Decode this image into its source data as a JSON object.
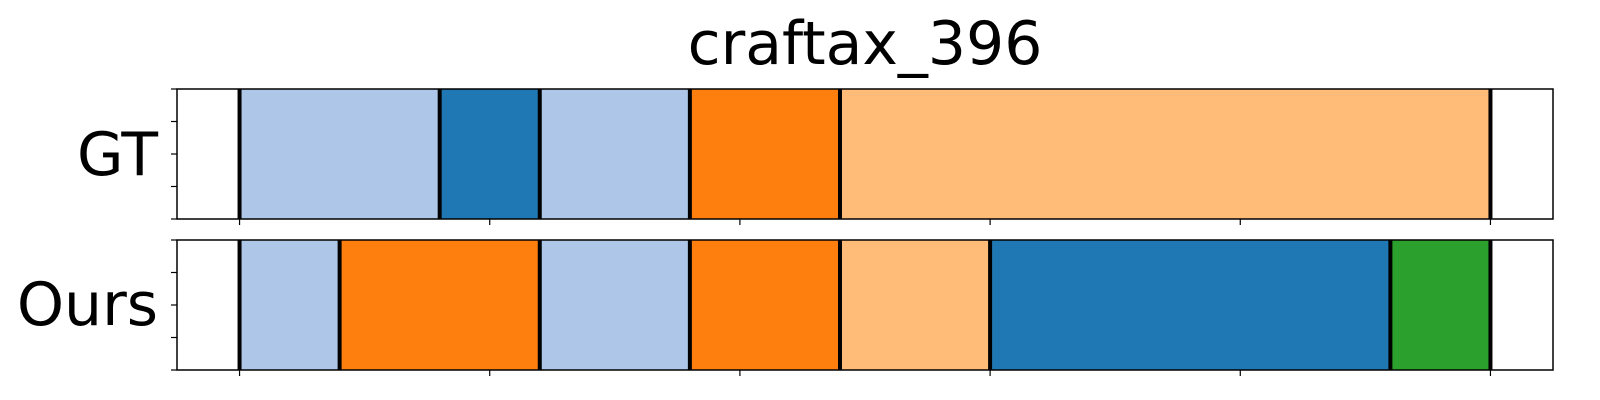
{
  "chart_data": {
    "type": "bar",
    "title": "craftax_396",
    "xlim": [
      0,
      55
    ],
    "xtick_interval": 10,
    "yticks_per_panel": 5,
    "rows": [
      {
        "label": "GT",
        "segments": [
          {
            "start": 2.5,
            "end": 10.5,
            "color": "#aec7e8"
          },
          {
            "start": 10.5,
            "end": 14.5,
            "color": "#1f77b4"
          },
          {
            "start": 14.5,
            "end": 20.5,
            "color": "#aec7e8"
          },
          {
            "start": 20.5,
            "end": 26.5,
            "color": "#ff7f0e"
          },
          {
            "start": 26.5,
            "end": 52.5,
            "color": "#ffbb78"
          }
        ],
        "boundaries": [
          2.5,
          10.5,
          14.5,
          20.5,
          26.5,
          52.5
        ]
      },
      {
        "label": "Ours",
        "segments": [
          {
            "start": 2.5,
            "end": 6.5,
            "color": "#aec7e8"
          },
          {
            "start": 6.5,
            "end": 14.5,
            "color": "#ff7f0e"
          },
          {
            "start": 14.5,
            "end": 20.5,
            "color": "#aec7e8"
          },
          {
            "start": 20.5,
            "end": 26.5,
            "color": "#ff7f0e"
          },
          {
            "start": 26.5,
            "end": 32.5,
            "color": "#ffbb78"
          },
          {
            "start": 32.5,
            "end": 48.5,
            "color": "#1f77b4"
          },
          {
            "start": 48.5,
            "end": 52.5,
            "color": "#2ca02c"
          }
        ],
        "boundaries": [
          2.5,
          6.5,
          14.5,
          20.5,
          26.5,
          32.5,
          48.5,
          52.5
        ]
      }
    ]
  }
}
